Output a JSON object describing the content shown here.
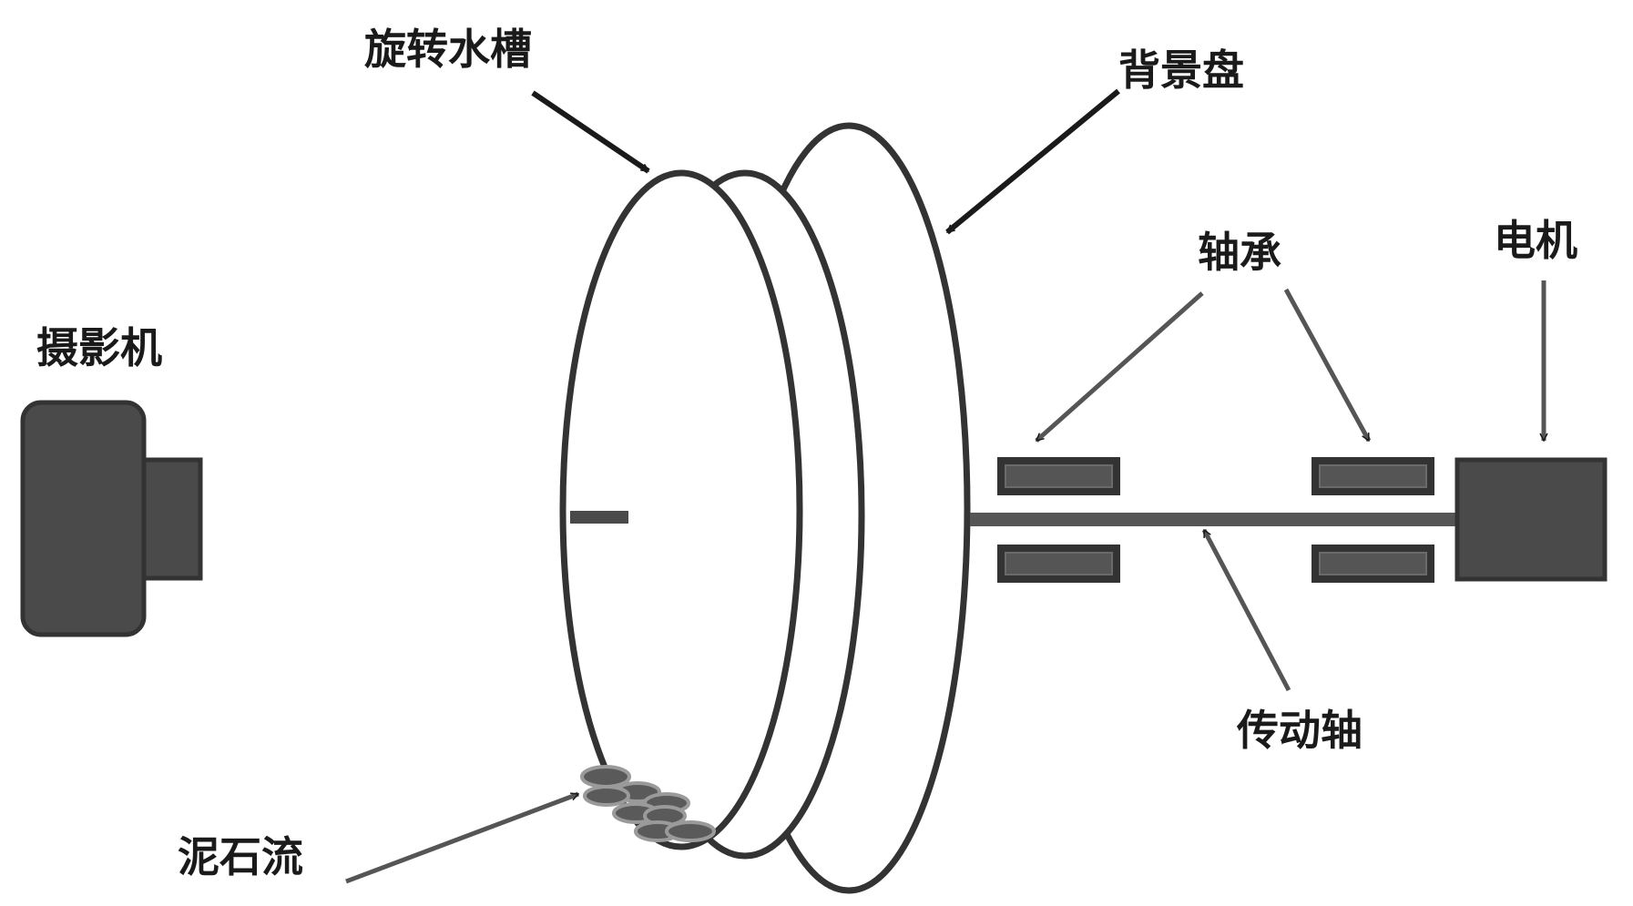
{
  "labels": {
    "camera": "摄影机",
    "rotating_flume": "旋转水槽",
    "background_disk": "背景盘",
    "bearing": "轴承",
    "motor": "电机",
    "drive_shaft": "传动轴",
    "debris_flow": "泥石流"
  },
  "colors": {
    "outline": "#333333",
    "block_fill": "#4a4a4a",
    "pebble_fill": "#5a5a5a",
    "pebble_stroke": "#9a9a9a",
    "background": "#ffffff"
  }
}
